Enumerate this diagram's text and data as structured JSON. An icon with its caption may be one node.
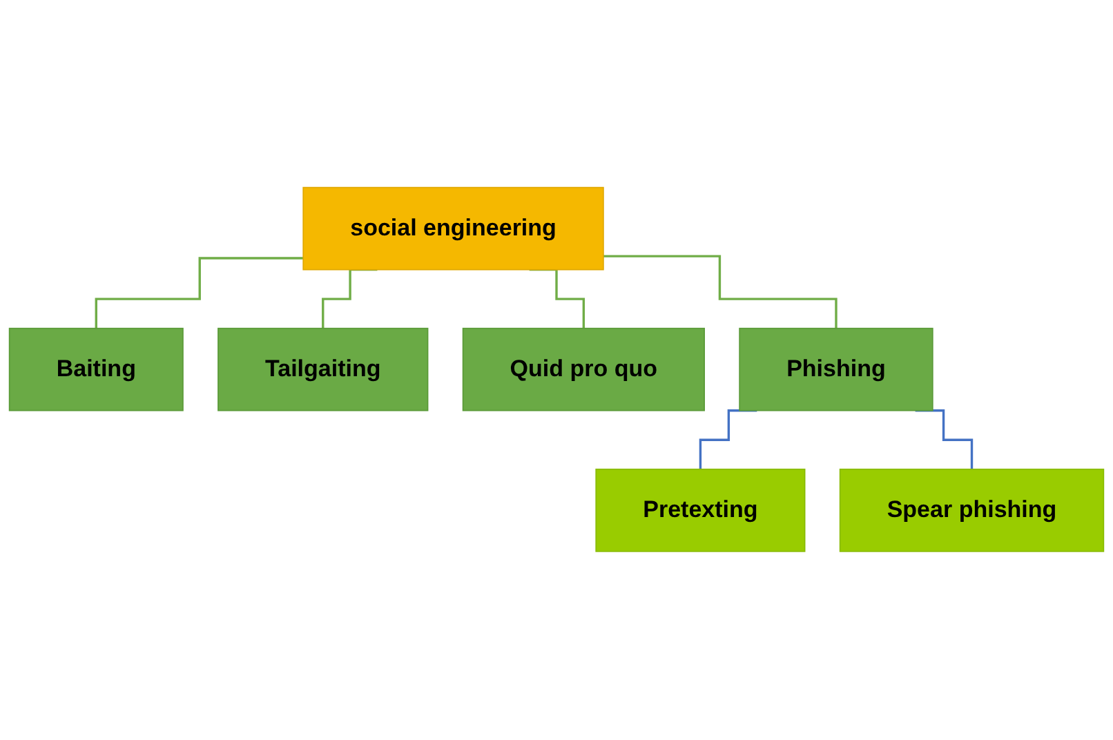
{
  "diagram": {
    "nodes": [
      {
        "text": [
          "social engineering"
        ]
      },
      {
        "text": [
          "Baiting"
        ]
      },
      {
        "text": [
          "Tailgaiting"
        ]
      },
      {
        "text": [
          "Quid pro quo"
        ]
      },
      {
        "text": [
          "Phishing"
        ]
      },
      {
        "text": [
          "Pretexting"
        ]
      },
      {
        "text": [
          "Spear phishing"
        ]
      }
    ],
    "edges": [
      {
        "from": 0,
        "to": 1,
        "arrow": "none"
      },
      {
        "from": 0,
        "to": 2,
        "arrow": "none"
      },
      {
        "from": 0,
        "to": 3,
        "arrow": "none"
      },
      {
        "from": 0,
        "to": 4,
        "arrow": "none"
      },
      {
        "from": 4,
        "to": 5,
        "arrow": "none",
        "color": "#4472c4"
      },
      {
        "from": 4,
        "to": 6,
        "arrow": "none",
        "color": "#4472c4"
      }
    ]
  }
}
